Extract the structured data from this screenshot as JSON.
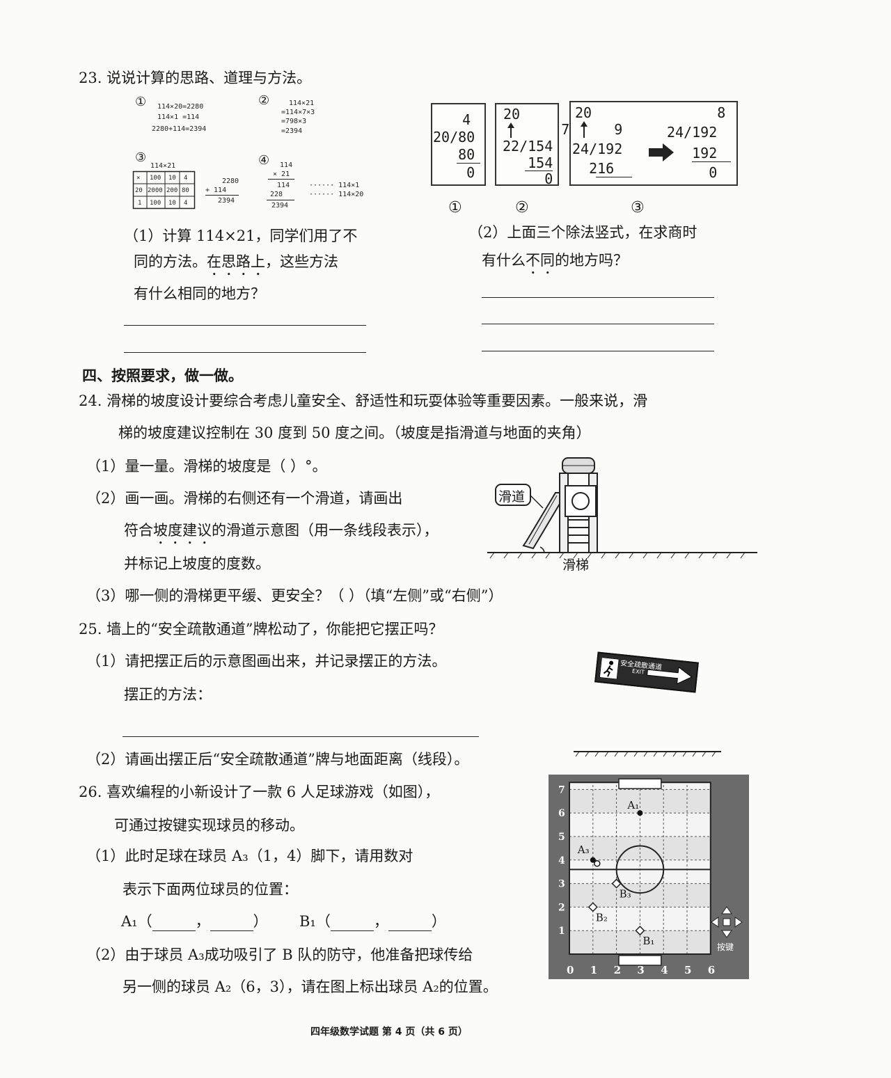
{
  "q23": {
    "title": "23. 说说计算的思路、道理与方法。",
    "m1_num": "①",
    "m1_lines": [
      "114×20=2280",
      "114×1 =114",
      "2280+114=2394"
    ],
    "m2_num": "②",
    "m2_lines": [
      "114×21",
      "=114×7×3",
      "=798×3",
      "=2394"
    ],
    "m3_num": "③",
    "m3_title": "114×21",
    "m3_grid": [
      [
        "×",
        "100",
        "10",
        "4"
      ],
      [
        "20",
        "2000",
        "200",
        "80"
      ],
      [
        "1",
        "100",
        "10",
        "4"
      ]
    ],
    "m3_sum": [
      "2280",
      "+ 114",
      "2394"
    ],
    "m4_num": "④",
    "m4_lines": [
      "  114",
      " × 21",
      "  114",
      "228",
      "2394"
    ],
    "m4_notes": [
      "······ 114×1",
      "······ 114×20"
    ],
    "d1": [
      "   4",
      "20/80",
      "   80",
      "    0"
    ],
    "d2_top": "20",
    "d2": [
      "       7",
      "22/154",
      "   154",
      "     0"
    ],
    "d3_top": "20",
    "d3a": [
      "     9",
      "24/192",
      "  216"
    ],
    "d3b": [
      "      8",
      "24/192",
      "   192",
      "     0"
    ],
    "d_labels": [
      "①",
      "②",
      "③"
    ],
    "p1_l1": "（1）计算 114×21，同学们用了不",
    "p1_l2a": "同的方法。",
    "p1_l2b": "在思路上",
    "p1_l2c": "，这些方法",
    "p1_l3": "有什么相同的地方？",
    "p2_l1": "（2）上面三个除法竖式，在求商时",
    "p2_l2a": "有什么",
    "p2_l2b": "不同",
    "p2_l2c": "的地方吗？"
  },
  "s4": {
    "title": "四、按照要求，做一做。"
  },
  "q24": {
    "l1": "24. 滑梯的坡度设计要综合考虑儿童安全、舒适性和玩耍体验等重要因素。一般来说，滑",
    "l2": "梯的坡度建议控制在 30 度到 50 度之间。（坡度是指滑道与地面的夹角）",
    "p1": "（1）量一量。滑梯的坡度是（          ）°。",
    "p2_l1": "（2）画一画。滑梯的右侧还有一个滑道，请画出",
    "p2_l2a": "符合",
    "p2_l2b": "坡度建议",
    "p2_l2c": "的滑道示意图（用一条线段表示），",
    "p2_l3": "并标记上坡度的度数。",
    "p3": "（3）哪一侧的滑梯更平缓、更安全？（        ）（填“左侧”或“右侧”）",
    "label_slide": "滑道",
    "label_ladder": "滑梯"
  },
  "q25": {
    "l1": "25. 墙上的“安全疏散通道”牌松动了，你能把它摆正吗？",
    "p1": "（1）请把摆正后的示意图画出来，并记录摆正的方法。",
    "method": "摆正的方法：",
    "p2": "（2）请画出摆正后“安全疏散通道”牌与地面距离（线段）。",
    "sign_cn": "安全疏散通道",
    "sign_en": "EXIT"
  },
  "q26": {
    "l1": "26. 喜欢编程的小新设计了一款 6 人足球游戏（如图），",
    "l2": "可通过按键实现球员的移动。",
    "p1_l1": "（1）此时足球在球员 A₃（1，4）脚下，请用数对",
    "p1_l2": "表示下面两位球员的位置：",
    "a1_label": "A₁（",
    "b1_label": "B₁（",
    "comma": "，",
    "close": "）",
    "p2_l1": "（2）由于球员 A₃成功吸引了 B 队的防守，他准备把球传给",
    "p2_l2": "另一侧的球员 A₂（6，3），请在图上标出球员 A₂的位置。",
    "x_ticks": [
      "0",
      "1",
      "2",
      "3",
      "4",
      "5",
      "6"
    ],
    "y_ticks": [
      "1",
      "2",
      "3",
      "4",
      "5",
      "6",
      "7"
    ],
    "players": [
      {
        "label": "A₁",
        "x": 3,
        "y": 6
      },
      {
        "label": "A₃",
        "x": 1,
        "y": 4
      },
      {
        "label": "B₃",
        "x": 2,
        "y": 3
      },
      {
        "label": "B₂",
        "x": 1,
        "y": 2
      },
      {
        "label": "B₁",
        "x": 3,
        "y": 1
      }
    ],
    "key_label": "按键"
  },
  "footer": "四年级数学试题 第 4 页（共 6 页）"
}
